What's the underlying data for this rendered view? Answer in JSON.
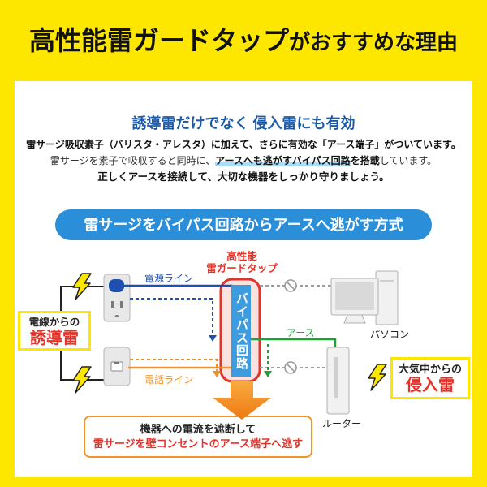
{
  "title": {
    "main": "高性能雷ガードタップ",
    "sub": "がおすすめな理由"
  },
  "intro": {
    "heading": "誘導雷だけでなく 侵入雷にも有効",
    "line1": "雷サージ吸収素子（バリスタ・アレスタ）に加えて、さらに有効な「アース端子」がついています。",
    "line2": {
      "lead": "雷サージを素子で吸収すると同時に、",
      "highlight": "アースへも逃がすバイパス回路",
      "bold": "を搭載",
      "tail": "しています。"
    },
    "line3": "正しくアースを接続して、大切な機器をしっかり守りましょう。"
  },
  "banner": "雷サージをバイパス回路からアースへ逃がす方式",
  "diagram": {
    "tap_label": [
      "高性能",
      "雷ガードタップ"
    ],
    "bypass_label": "バイパス回路",
    "power_line_label": "電源ライン",
    "phone_line_label": "電話ライン",
    "earth_label": "アース",
    "pc_label": "パソコン",
    "router_label": "ルーター",
    "induced": {
      "line1": "電線からの",
      "line2": "誘導雷"
    },
    "intrusion": {
      "line1": "大気中からの",
      "line2": "侵入雷"
    },
    "result": {
      "line1": "機器への電流を遮断して",
      "line2": "雷サージを壁コンセントのアース端子へ逃す"
    },
    "icons": {
      "surge": "lightning-bolt-icon",
      "outlet": "wall-outlet-icon",
      "plug": "power-plug-icon",
      "phone_jack": "phone-jack-icon",
      "pc": "desktop-pc-icon",
      "router": "router-icon",
      "blocked": "blocked-symbol-icon",
      "flow_arrow": "down-arrow-icon"
    }
  },
  "colors": {
    "yellow": "#fde600",
    "heading_blue": "#1c5aa6",
    "banner_blue": "#2a8fd8",
    "power_blue": "#1f4fb0",
    "bypass_blue": "#3d9be0",
    "red": "#e5332a",
    "orange": "#f0922a",
    "green": "#21a03a",
    "gray": "#9b9b9b"
  }
}
